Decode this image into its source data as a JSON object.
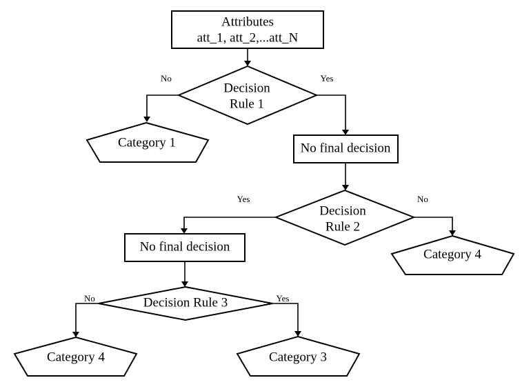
{
  "nodes": {
    "attributes": {
      "line1": "Attributes",
      "line2": "att_1, att_2,...att_N"
    },
    "rule1": {
      "line1": "Decision",
      "line2": "Rule 1"
    },
    "category1": {
      "label": "Category 1"
    },
    "no_final_1": {
      "label": "No final decision"
    },
    "rule2": {
      "line1": "Decision",
      "line2": "Rule 2"
    },
    "no_final_2": {
      "label": "No final decision"
    },
    "category4_right": {
      "label": "Category 4"
    },
    "rule3": {
      "label": "Decision Rule 3"
    },
    "category4_left": {
      "label": "Category 4"
    },
    "category3": {
      "label": "Category 3"
    }
  },
  "edges": {
    "rule1_no": "No",
    "rule1_yes": "Yes",
    "rule2_yes": "Yes",
    "rule2_no": "No",
    "rule3_no": "No",
    "rule3_yes": "Yes"
  }
}
